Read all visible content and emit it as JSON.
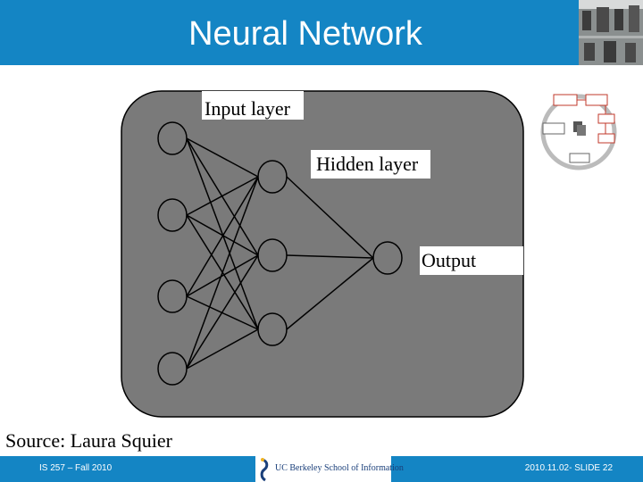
{
  "slide": {
    "title": "Neural Network",
    "source": "Source: Laura Squier"
  },
  "diagram": {
    "labels": {
      "input_layer": "Input layer",
      "hidden_layer": "Hidden layer",
      "output": "Output"
    },
    "input_nodes": 4,
    "hidden_nodes": 3,
    "output_nodes": 1,
    "panel_color": "#7a7a7a"
  },
  "footer": {
    "course": "IS 257 – Fall 2010",
    "logo_text": "UC Berkeley School of Information",
    "slide_number": "2010.11.02- SLIDE 22"
  },
  "colors": {
    "accent": "#1485c4",
    "thumbnail_boxes": "#c0392b"
  },
  "icons": {
    "logo": "uc-berkeley-logo-icon",
    "thumbnail": "process-cycle-thumbnail-icon",
    "photo": "building-photo-icon"
  }
}
